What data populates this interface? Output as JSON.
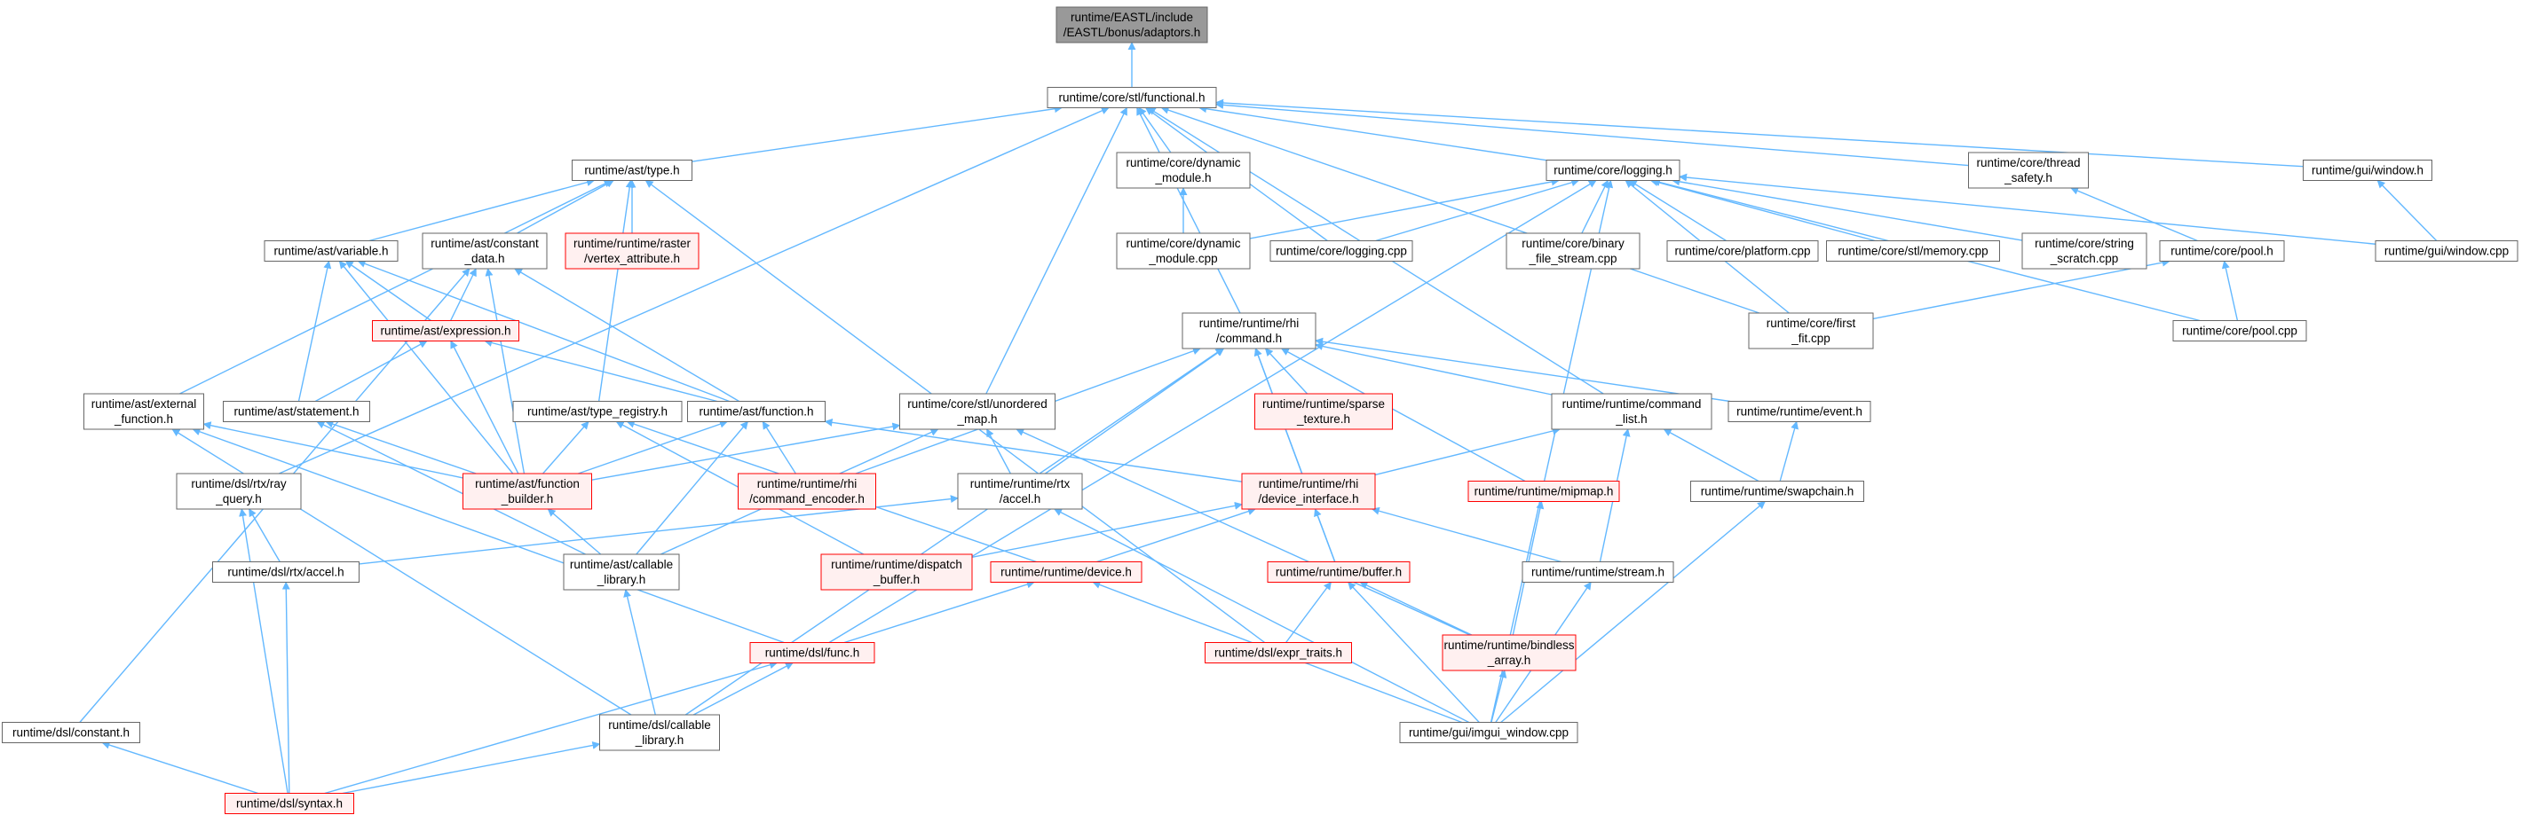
{
  "colors": {
    "edge": "#63B8FF",
    "node_fill": "#FFFFFF",
    "node_border": "#666666",
    "focus_fill": "#999999",
    "focus_border": "#666666",
    "red_fill": "#FFF0F0",
    "red_border": "#FF0000",
    "text": "#000000"
  },
  "nodes": [
    {
      "id": "adaptors",
      "lines": [
        "runtime/EASTL/include",
        "/EASTL/bonus/adaptors.h"
      ],
      "style": "focus",
      "link": false
    },
    {
      "id": "functional",
      "lines": [
        "runtime/core/stl/functional.h"
      ],
      "style": "normal",
      "link": true
    },
    {
      "id": "ast_type",
      "lines": [
        "runtime/ast/type.h"
      ],
      "style": "normal",
      "link": true
    },
    {
      "id": "dyn_mod_h",
      "lines": [
        "runtime/core/dynamic",
        "_module.h"
      ],
      "style": "normal",
      "link": true
    },
    {
      "id": "logging_h",
      "lines": [
        "runtime/core/logging.h"
      ],
      "style": "normal",
      "link": true
    },
    {
      "id": "thread_safety",
      "lines": [
        "runtime/core/thread",
        "_safety.h"
      ],
      "style": "normal",
      "link": true
    },
    {
      "id": "gui_window_h",
      "lines": [
        "runtime/gui/window.h"
      ],
      "style": "normal",
      "link": true
    },
    {
      "id": "ast_variable",
      "lines": [
        "runtime/ast/variable.h"
      ],
      "style": "normal",
      "link": true
    },
    {
      "id": "ast_constant_data",
      "lines": [
        "runtime/ast/constant",
        "_data.h"
      ],
      "style": "normal",
      "link": true
    },
    {
      "id": "vertex_attribute",
      "lines": [
        "runtime/runtime/raster",
        "/vertex_attribute.h"
      ],
      "style": "red",
      "link": true
    },
    {
      "id": "dyn_mod_cpp",
      "lines": [
        "runtime/core/dynamic",
        "_module.cpp"
      ],
      "style": "normal",
      "link": true
    },
    {
      "id": "logging_cpp",
      "lines": [
        "runtime/core/logging.cpp"
      ],
      "style": "normal",
      "link": true
    },
    {
      "id": "binary_file_stream",
      "lines": [
        "runtime/core/binary",
        "_file_stream.cpp"
      ],
      "style": "normal",
      "link": true
    },
    {
      "id": "platform_cpp",
      "lines": [
        "runtime/core/platform.cpp"
      ],
      "style": "normal",
      "link": true
    },
    {
      "id": "memory_cpp",
      "lines": [
        "runtime/core/stl/memory.cpp"
      ],
      "style": "normal",
      "link": true
    },
    {
      "id": "string_scratch",
      "lines": [
        "runtime/core/string",
        "_scratch.cpp"
      ],
      "style": "normal",
      "link": true
    },
    {
      "id": "pool_h",
      "lines": [
        "runtime/core/pool.h"
      ],
      "style": "normal",
      "link": true
    },
    {
      "id": "gui_window_cpp",
      "lines": [
        "runtime/gui/window.cpp"
      ],
      "style": "normal",
      "link": true
    },
    {
      "id": "ast_expression",
      "lines": [
        "runtime/ast/expression.h"
      ],
      "style": "red",
      "link": true
    },
    {
      "id": "rhi_command",
      "lines": [
        "runtime/runtime/rhi",
        "/command.h"
      ],
      "style": "normal",
      "link": true
    },
    {
      "id": "first_fit",
      "lines": [
        "runtime/core/first",
        "_fit.cpp"
      ],
      "style": "normal",
      "link": true
    },
    {
      "id": "pool_cpp",
      "lines": [
        "runtime/core/pool.cpp"
      ],
      "style": "normal",
      "link": true
    },
    {
      "id": "ast_external_function",
      "lines": [
        "runtime/ast/external",
        "_function.h"
      ],
      "style": "normal",
      "link": true
    },
    {
      "id": "ast_statement",
      "lines": [
        "runtime/ast/statement.h"
      ],
      "style": "normal",
      "link": true
    },
    {
      "id": "ast_type_registry",
      "lines": [
        "runtime/ast/type_registry.h"
      ],
      "style": "normal",
      "link": true
    },
    {
      "id": "ast_function",
      "lines": [
        "runtime/ast/function.h"
      ],
      "style": "normal",
      "link": true
    },
    {
      "id": "unordered_map",
      "lines": [
        "runtime/core/stl/unordered",
        "_map.h"
      ],
      "style": "normal",
      "link": true
    },
    {
      "id": "sparse_texture",
      "lines": [
        "runtime/runtime/sparse",
        "_texture.h"
      ],
      "style": "red",
      "link": true
    },
    {
      "id": "command_list",
      "lines": [
        "runtime/runtime/command",
        "_list.h"
      ],
      "style": "normal",
      "link": true
    },
    {
      "id": "event_h",
      "lines": [
        "runtime/runtime/event.h"
      ],
      "style": "normal",
      "link": true
    },
    {
      "id": "dsl_rtx_ray_query",
      "lines": [
        "runtime/dsl/rtx/ray",
        "_query.h"
      ],
      "style": "normal",
      "link": true
    },
    {
      "id": "ast_function_builder",
      "lines": [
        "runtime/ast/function",
        "_builder.h"
      ],
      "style": "red",
      "link": true
    },
    {
      "id": "rhi_command_encoder",
      "lines": [
        "runtime/runtime/rhi",
        "/command_encoder.h"
      ],
      "style": "red",
      "link": true
    },
    {
      "id": "rtx_accel_h",
      "lines": [
        "runtime/runtime/rtx",
        "/accel.h"
      ],
      "style": "normal",
      "link": true
    },
    {
      "id": "rhi_device_interface",
      "lines": [
        "runtime/runtime/rhi",
        "/device_interface.h"
      ],
      "style": "red",
      "link": true
    },
    {
      "id": "mipmap_h",
      "lines": [
        "runtime/runtime/mipmap.h"
      ],
      "style": "red",
      "link": true
    },
    {
      "id": "swapchain_h",
      "lines": [
        "runtime/runtime/swapchain.h"
      ],
      "style": "normal",
      "link": true
    },
    {
      "id": "dsl_rtx_accel",
      "lines": [
        "runtime/dsl/rtx/accel.h"
      ],
      "style": "normal",
      "link": true
    },
    {
      "id": "ast_callable_library",
      "lines": [
        "runtime/ast/callable",
        "_library.h"
      ],
      "style": "normal",
      "link": true
    },
    {
      "id": "dispatch_buffer",
      "lines": [
        "runtime/runtime/dispatch",
        "_buffer.h"
      ],
      "style": "red",
      "link": true
    },
    {
      "id": "device_h",
      "lines": [
        "runtime/runtime/device.h"
      ],
      "style": "red",
      "link": true
    },
    {
      "id": "buffer_h",
      "lines": [
        "runtime/runtime/buffer.h"
      ],
      "style": "red",
      "link": true
    },
    {
      "id": "stream_h",
      "lines": [
        "runtime/runtime/stream.h"
      ],
      "style": "normal",
      "link": true
    },
    {
      "id": "dsl_func",
      "lines": [
        "runtime/dsl/func.h"
      ],
      "style": "red",
      "link": true
    },
    {
      "id": "expr_traits",
      "lines": [
        "runtime/dsl/expr_traits.h"
      ],
      "style": "red",
      "link": true
    },
    {
      "id": "bindless_array",
      "lines": [
        "runtime/runtime/bindless",
        "_array.h"
      ],
      "style": "red",
      "link": true
    },
    {
      "id": "dsl_constant",
      "lines": [
        "runtime/dsl/constant.h"
      ],
      "style": "normal",
      "link": true
    },
    {
      "id": "dsl_callable_library",
      "lines": [
        "runtime/dsl/callable",
        "_library.h"
      ],
      "style": "normal",
      "link": true
    },
    {
      "id": "imgui_window",
      "lines": [
        "runtime/gui/imgui_window.cpp"
      ],
      "style": "normal",
      "link": true
    },
    {
      "id": "dsl_syntax",
      "lines": [
        "runtime/dsl/syntax.h"
      ],
      "style": "red",
      "link": true
    }
  ],
  "edges": [
    [
      "functional",
      "adaptors"
    ],
    [
      "ast_type",
      "functional"
    ],
    [
      "dyn_mod_h",
      "functional"
    ],
    [
      "logging_h",
      "functional"
    ],
    [
      "thread_safety",
      "functional"
    ],
    [
      "gui_window_h",
      "functional"
    ],
    [
      "logging_cpp",
      "functional"
    ],
    [
      "unordered_map",
      "functional"
    ],
    [
      "rhi_command",
      "functional"
    ],
    [
      "command_list",
      "functional"
    ],
    [
      "dsl_rtx_ray_query",
      "functional"
    ],
    [
      "first_fit",
      "functional"
    ],
    [
      "dyn_mod_cpp",
      "dyn_mod_h"
    ],
    [
      "ast_variable",
      "ast_type"
    ],
    [
      "ast_constant_data",
      "ast_type"
    ],
    [
      "vertex_attribute",
      "ast_type"
    ],
    [
      "ast_external_function",
      "ast_type"
    ],
    [
      "ast_type_registry",
      "ast_type"
    ],
    [
      "expr_traits",
      "ast_type"
    ],
    [
      "logging_cpp",
      "logging_h"
    ],
    [
      "dyn_mod_cpp",
      "logging_h"
    ],
    [
      "binary_file_stream",
      "logging_h"
    ],
    [
      "platform_cpp",
      "logging_h"
    ],
    [
      "memory_cpp",
      "logging_h"
    ],
    [
      "string_scratch",
      "logging_h"
    ],
    [
      "gui_window_cpp",
      "logging_h"
    ],
    [
      "first_fit",
      "logging_h"
    ],
    [
      "pool_cpp",
      "logging_h"
    ],
    [
      "imgui_window",
      "logging_h"
    ],
    [
      "dsl_func",
      "logging_h"
    ],
    [
      "pool_h",
      "thread_safety"
    ],
    [
      "gui_window_cpp",
      "gui_window_h"
    ],
    [
      "first_fit",
      "pool_h"
    ],
    [
      "pool_cpp",
      "pool_h"
    ],
    [
      "ast_expression",
      "ast_variable"
    ],
    [
      "ast_statement",
      "ast_variable"
    ],
    [
      "ast_function",
      "ast_variable"
    ],
    [
      "ast_function_builder",
      "ast_variable"
    ],
    [
      "ast_expression",
      "ast_constant_data"
    ],
    [
      "ast_function",
      "ast_constant_data"
    ],
    [
      "ast_function_builder",
      "ast_constant_data"
    ],
    [
      "dsl_constant",
      "ast_constant_data"
    ],
    [
      "ast_statement",
      "ast_expression"
    ],
    [
      "ast_function",
      "ast_expression"
    ],
    [
      "ast_function_builder",
      "ast_expression"
    ],
    [
      "ast_function_builder",
      "ast_statement"
    ],
    [
      "ast_callable_library",
      "ast_statement"
    ],
    [
      "ast_function_builder",
      "ast_type_registry"
    ],
    [
      "dispatch_buffer",
      "ast_type_registry"
    ],
    [
      "device_h",
      "ast_type_registry"
    ],
    [
      "ast_function_builder",
      "ast_function"
    ],
    [
      "rhi_command_encoder",
      "ast_function"
    ],
    [
      "ast_callable_library",
      "ast_function"
    ],
    [
      "rhi_device_interface",
      "ast_function"
    ],
    [
      "ast_function_builder",
      "ast_external_function"
    ],
    [
      "dsl_func",
      "ast_external_function"
    ],
    [
      "dsl_callable_library",
      "ast_external_function"
    ],
    [
      "ast_function_builder",
      "unordered_map"
    ],
    [
      "rtx_accel_h",
      "unordered_map"
    ],
    [
      "bindless_array",
      "unordered_map"
    ],
    [
      "ast_callable_library",
      "unordered_map"
    ],
    [
      "sparse_texture",
      "rhi_command"
    ],
    [
      "command_list",
      "rhi_command"
    ],
    [
      "event_h",
      "rhi_command"
    ],
    [
      "rhi_command_encoder",
      "rhi_command"
    ],
    [
      "rtx_accel_h",
      "rhi_command"
    ],
    [
      "rhi_device_interface",
      "rhi_command"
    ],
    [
      "mipmap_h",
      "rhi_command"
    ],
    [
      "buffer_h",
      "rhi_command"
    ],
    [
      "dsl_callable_library",
      "rhi_command"
    ],
    [
      "rhi_device_interface",
      "command_list"
    ],
    [
      "swapchain_h",
      "command_list"
    ],
    [
      "stream_h",
      "command_list"
    ],
    [
      "swapchain_h",
      "event_h"
    ],
    [
      "dsl_rtx_accel",
      "dsl_rtx_ray_query"
    ],
    [
      "dsl_syntax",
      "dsl_rtx_ray_query"
    ],
    [
      "ast_callable_library",
      "ast_function_builder"
    ],
    [
      "dsl_rtx_accel",
      "rtx_accel_h"
    ],
    [
      "imgui_window",
      "rtx_accel_h"
    ],
    [
      "dispatch_buffer",
      "rhi_device_interface"
    ],
    [
      "device_h",
      "rhi_device_interface"
    ],
    [
      "buffer_h",
      "rhi_device_interface"
    ],
    [
      "stream_h",
      "rhi_device_interface"
    ],
    [
      "bindless_array",
      "mipmap_h"
    ],
    [
      "imgui_window",
      "swapchain_h"
    ],
    [
      "dsl_syntax",
      "dsl_rtx_accel"
    ],
    [
      "dsl_callable_library",
      "ast_callable_library"
    ],
    [
      "dsl_func",
      "device_h"
    ],
    [
      "imgui_window",
      "device_h"
    ],
    [
      "expr_traits",
      "buffer_h"
    ],
    [
      "bindless_array",
      "buffer_h"
    ],
    [
      "imgui_window",
      "buffer_h"
    ],
    [
      "imgui_window",
      "stream_h"
    ],
    [
      "dsl_callable_library",
      "dsl_func"
    ],
    [
      "dsl_syntax",
      "dsl_func"
    ],
    [
      "imgui_window",
      "bindless_array"
    ],
    [
      "dsl_syntax",
      "dsl_constant"
    ],
    [
      "dsl_syntax",
      "dsl_callable_library"
    ]
  ]
}
